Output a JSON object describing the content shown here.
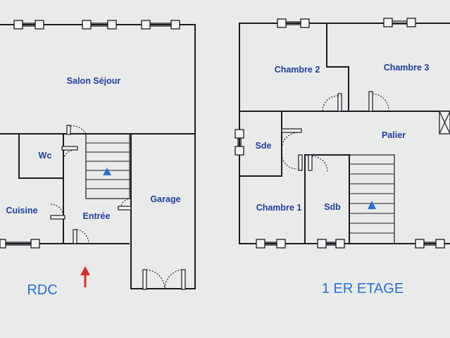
{
  "colors": {
    "background": "#e9eaea",
    "wall": "#1b1b22",
    "label": "#1f3f9a",
    "stair_arrow": "#2a6fd6",
    "entry_arrow": "#d22f2f"
  },
  "floors": {
    "ground": {
      "name": "RDC",
      "rooms": {
        "salon": "Salon Séjour",
        "wc": "Wc",
        "cuisine": "Cuisine",
        "entree": "Entrée",
        "garage": "Garage"
      }
    },
    "upper": {
      "name": "1 ER ETAGE",
      "rooms": {
        "chambre2": "Chambre 2",
        "chambre3": "Chambre 3",
        "palier": "Palier",
        "sde": "Sde",
        "chambre1": "Chambre 1",
        "sdb": "Sdb"
      }
    }
  },
  "icons": {
    "stair_arrow": "up-triangle-arrow",
    "entry_arrow": "up-arrow"
  }
}
